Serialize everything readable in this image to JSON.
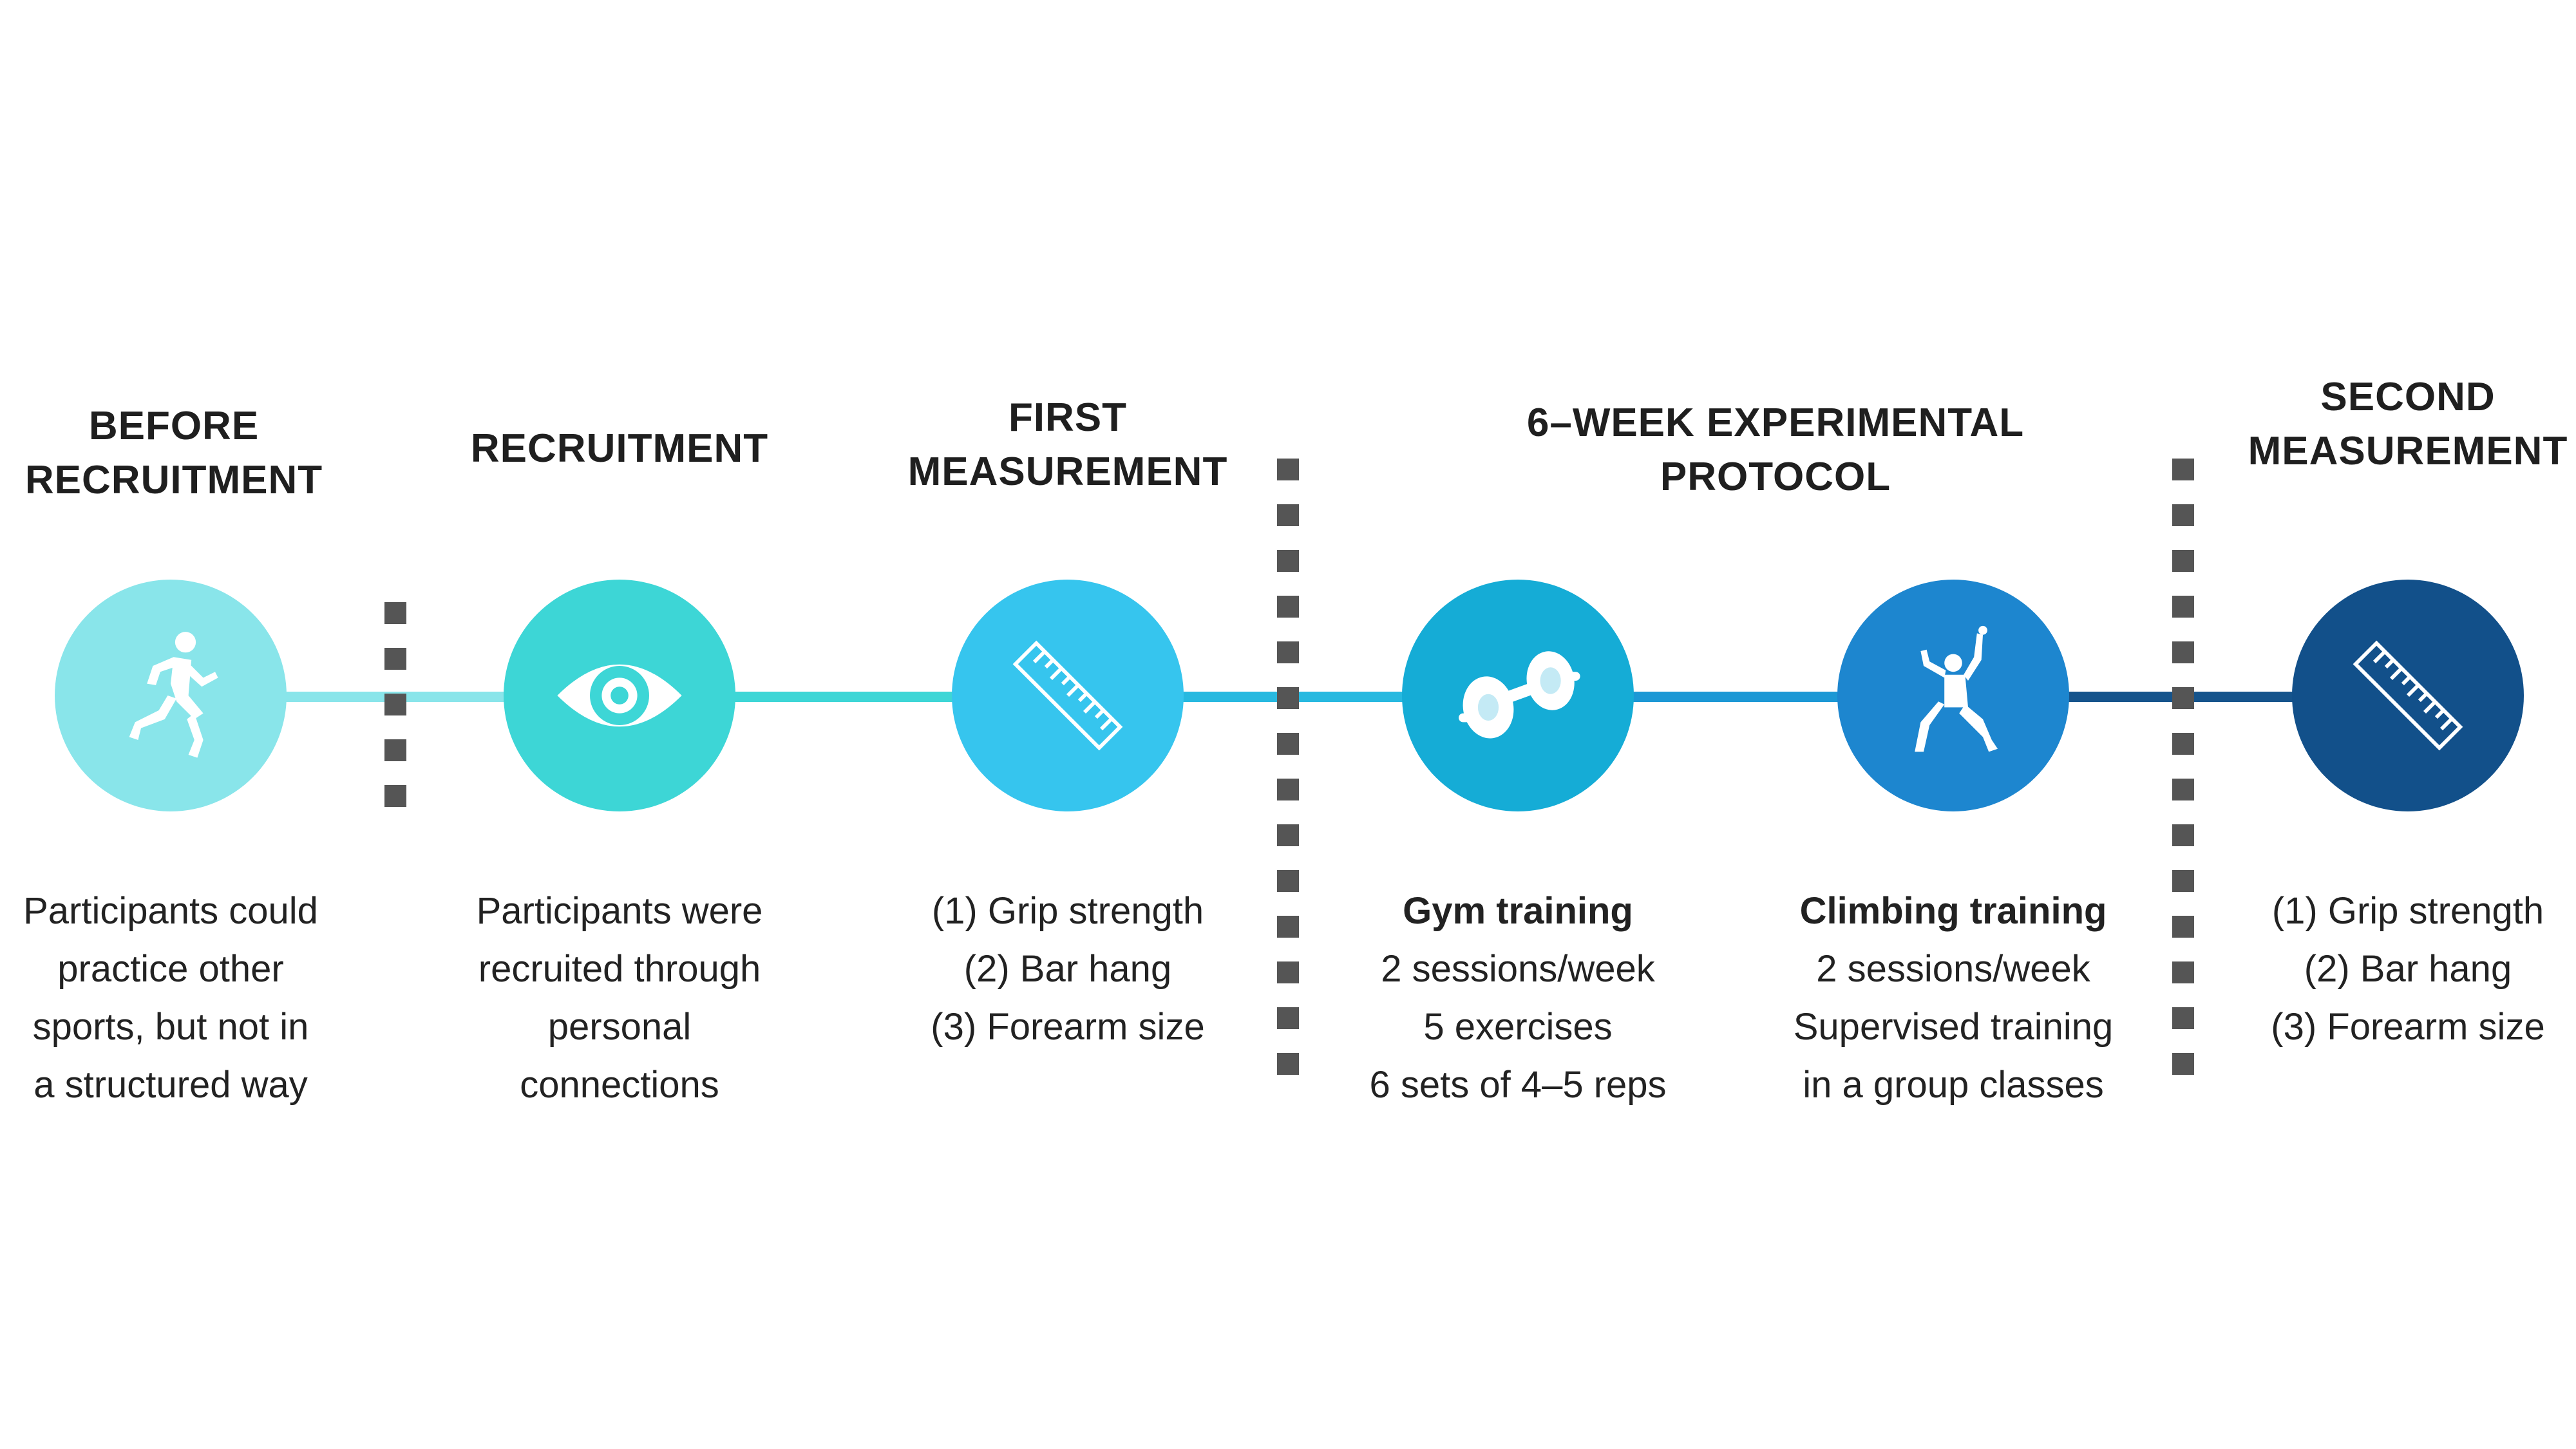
{
  "colors": {
    "before": "#89e5ea",
    "recruitment": "#3dd6d6",
    "first": "#36c5ee",
    "gym": "#15acd6",
    "climbing": "#1d86cf",
    "second": "#12508a",
    "divider": "#555555"
  },
  "phases": {
    "before": {
      "title_lines": [
        "BEFORE",
        "RECRUITMENT"
      ],
      "icon": "runner-icon",
      "desc_lines": [
        "Participants could",
        "practice other",
        "sports, but not in",
        "a structured way"
      ]
    },
    "recruitment": {
      "title_lines": [
        "RECRUITMENT"
      ],
      "icon": "eye-icon",
      "desc_lines": [
        "Participants were",
        "recruited through",
        "personal",
        "connections"
      ]
    },
    "first": {
      "title_lines": [
        "FIRST",
        "MEASUREMENT"
      ],
      "icon": "ruler-icon",
      "desc_lines": [
        "(1) Grip strength",
        "(2) Bar hang",
        "(3) Forearm size"
      ]
    },
    "protocol": {
      "title_lines": [
        "6–WEEK EXPERIMENTAL",
        "PROTOCOL"
      ]
    },
    "gym": {
      "icon": "dumbbell-icon",
      "heading": "Gym training",
      "desc_lines": [
        "2 sessions/week",
        "5 exercises",
        "6 sets of 4–5 reps"
      ]
    },
    "climbing": {
      "icon": "climber-icon",
      "heading": "Climbing training",
      "desc_lines": [
        "2 sessions/week",
        "Supervised training",
        "in a group classes"
      ]
    },
    "second": {
      "title_lines": [
        "SECOND",
        "MEASUREMENT"
      ],
      "icon": "ruler-icon",
      "desc_lines": [
        "(1) Grip strength",
        "(2) Bar hang",
        "(3) Forearm size"
      ]
    }
  }
}
